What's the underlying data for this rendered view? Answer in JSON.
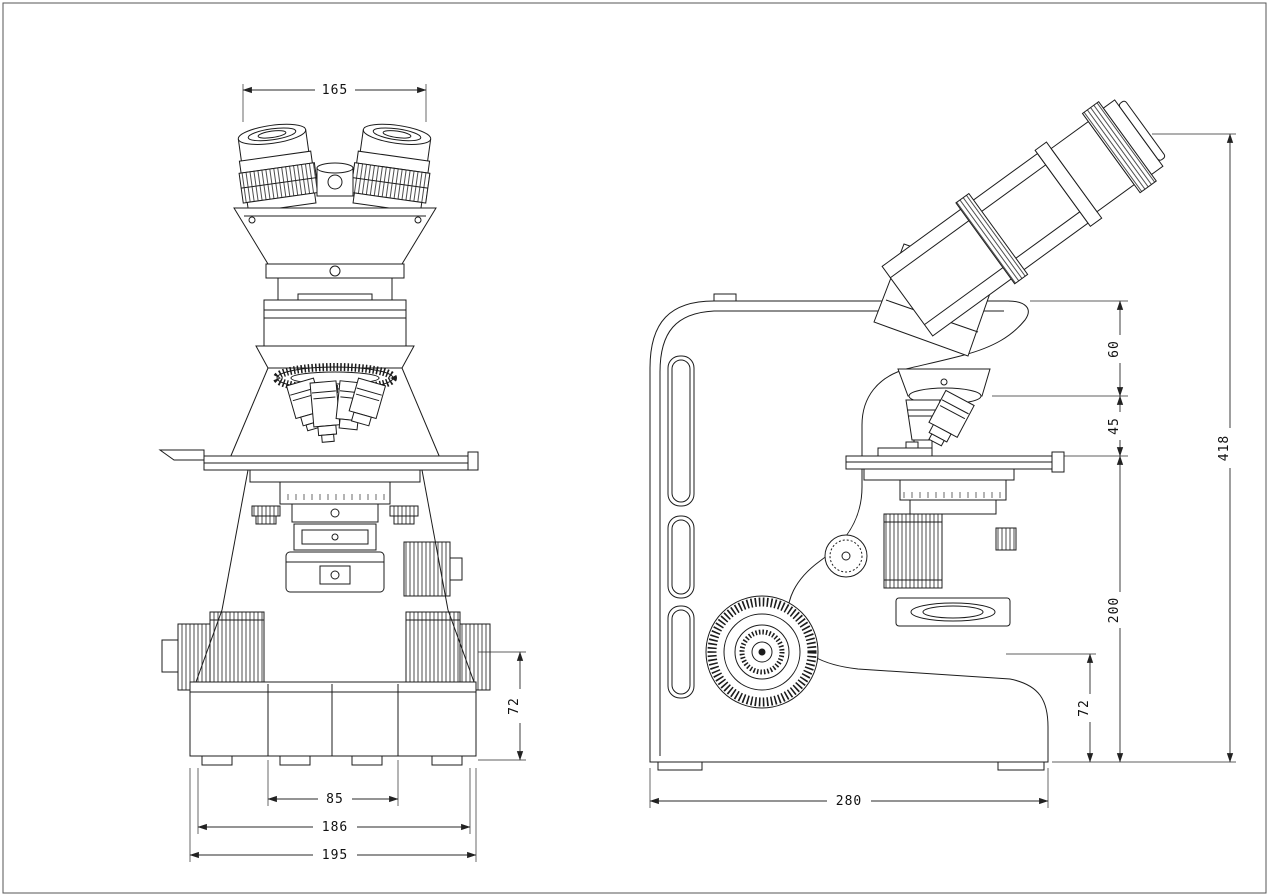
{
  "sheet": {
    "background": "#ffffff",
    "line_color": "#1c1c1c"
  },
  "dimensions": {
    "front": {
      "head_width": "165",
      "lamp_width": "85",
      "base_width": "186",
      "overall_width": "195",
      "base_height": "72"
    },
    "side": {
      "depth": "280",
      "head_to_nosepiece": "60",
      "nosepiece_to_stage": "45",
      "stage_to_table": "200",
      "base_height": "72",
      "overall_height": "418"
    }
  }
}
